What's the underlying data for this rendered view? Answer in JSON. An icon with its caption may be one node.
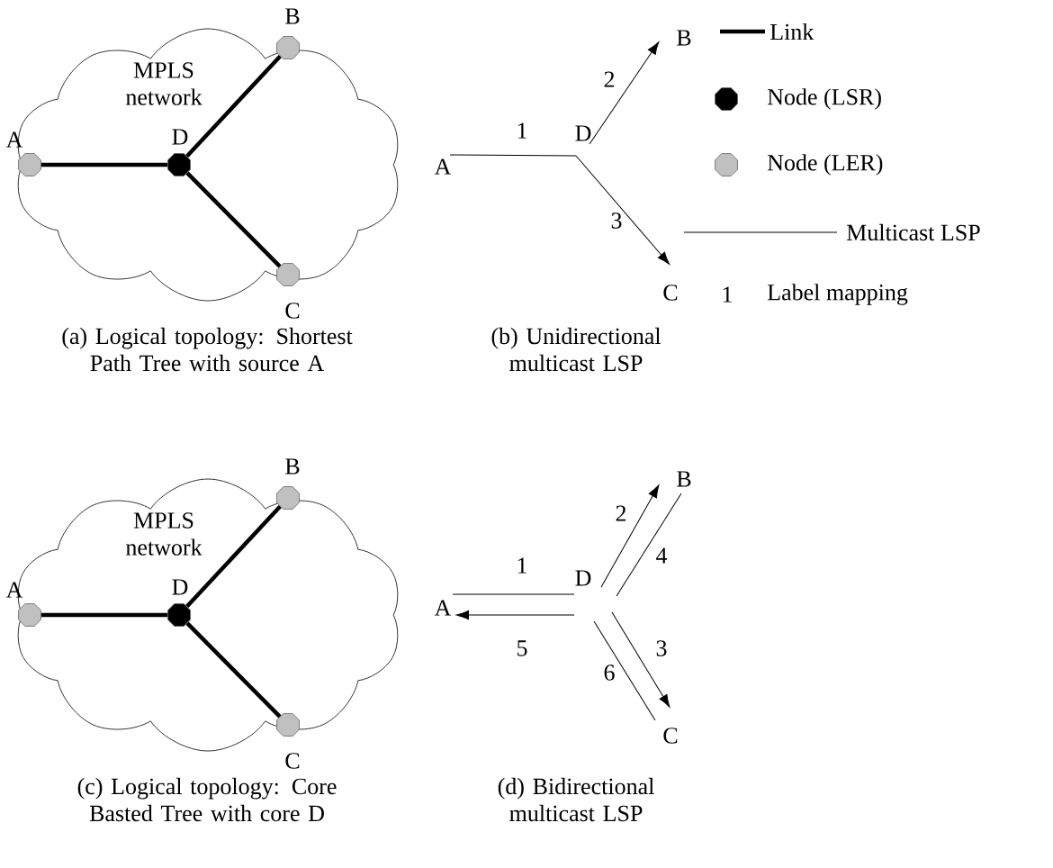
{
  "diagram": {
    "nodes": [
      {
        "text": [
          "MPLS network"
        ]
      },
      {
        "text": [],
        "shape": "octagon",
        "in": 0,
        "beside": [
          "A"
        ]
      },
      {
        "text": [],
        "shape": "octagon",
        "in": 0,
        "beside": [
          "D"
        ]
      },
      {
        "text": [],
        "shape": "octagon",
        "in": 0,
        "beside": [
          "B"
        ]
      },
      {
        "text": [],
        "shape": "octagon",
        "in": 0,
        "beside": [
          "C"
        ]
      },
      {
        "text": [
          "A"
        ]
      },
      {
        "text": [
          "D"
        ]
      },
      {
        "text": [
          "B"
        ]
      },
      {
        "text": [
          "C"
        ]
      },
      {
        "text": [
          "MPLS network"
        ]
      },
      {
        "text": [],
        "shape": "octagon",
        "in": 9,
        "beside": [
          "A"
        ]
      },
      {
        "text": [],
        "shape": "octagon",
        "in": 9,
        "beside": [
          "D"
        ]
      },
      {
        "text": [],
        "shape": "octagon",
        "in": 9,
        "beside": [
          "B"
        ]
      },
      {
        "text": [],
        "shape": "octagon",
        "in": 9,
        "beside": [
          "C"
        ]
      },
      {
        "text": [
          "A"
        ]
      },
      {
        "text": [
          "D"
        ]
      },
      {
        "text": [
          "B"
        ]
      },
      {
        "text": [
          "C"
        ]
      }
    ],
    "edges": [
      {
        "from": 1,
        "to": 2,
        "arrow": "none",
        "style": "thick"
      },
      {
        "from": 2,
        "to": 3,
        "arrow": "none",
        "style": "thick"
      },
      {
        "from": 2,
        "to": 4,
        "arrow": "none",
        "style": "thick"
      },
      {
        "from": 5,
        "to": 6,
        "arrow": "none",
        "label": "1"
      },
      {
        "from": 6,
        "to": 7,
        "arrow": "to",
        "label": "2"
      },
      {
        "from": 6,
        "to": 8,
        "arrow": "to",
        "label": "3"
      },
      {
        "from": 10,
        "to": 11,
        "arrow": "none",
        "style": "thick"
      },
      {
        "from": 11,
        "to": 12,
        "arrow": "none",
        "style": "thick"
      },
      {
        "from": 11,
        "to": 13,
        "arrow": "none",
        "style": "thick"
      },
      {
        "from": 14,
        "to": 15,
        "arrow": "none",
        "label": "1"
      },
      {
        "from": 15,
        "to": 16,
        "arrow": "to",
        "label": "2"
      },
      {
        "from": 15,
        "to": 17,
        "arrow": "to",
        "label": "3"
      },
      {
        "from": 16,
        "to": 15,
        "arrow": "none",
        "label": "4"
      },
      {
        "from": 15,
        "to": 14,
        "arrow": "to",
        "label": "5"
      },
      {
        "from": 17,
        "to": 15,
        "arrow": "none",
        "label": "6"
      }
    ],
    "labels": [
      "1",
      "(a) Logical topology: Shortest Path Tree with source A",
      "(b) Unidirectional multicast LSP",
      "(c) Logical topology: Core Basted Tree with core D",
      "(d) Bidirectional multicast LSP"
    ],
    "legend": [
      {
        "text": "Link"
      },
      {
        "text": "Node (LSR)"
      },
      {
        "text": "Node (LER)"
      },
      {
        "text": "Multicast LSP"
      },
      {
        "text": "Label mapping"
      }
    ]
  }
}
